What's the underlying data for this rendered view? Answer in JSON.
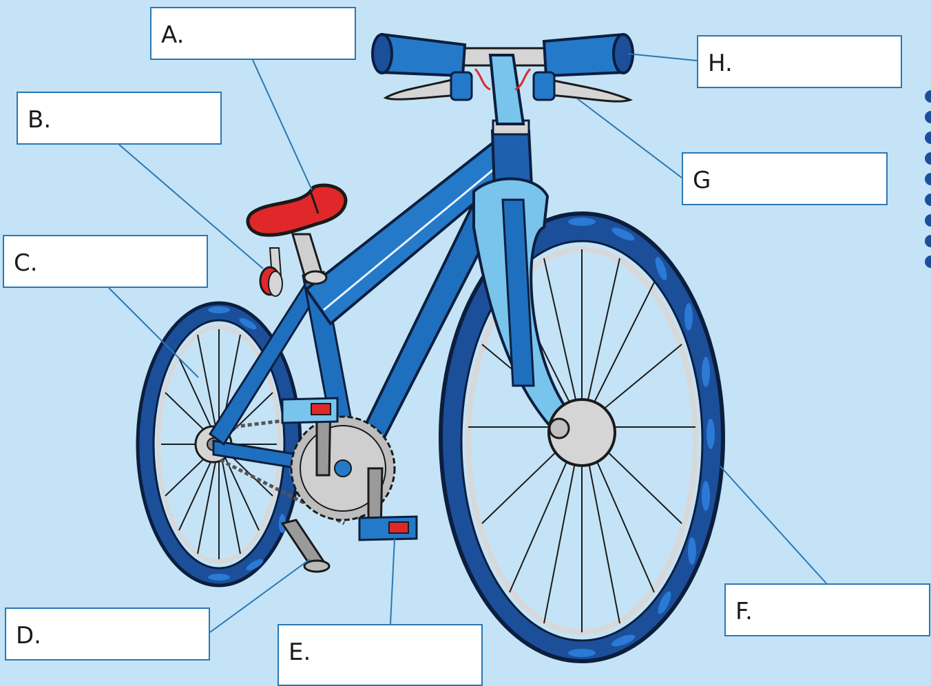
{
  "diagram": {
    "labels": [
      {
        "id": "a",
        "text": "A."
      },
      {
        "id": "b",
        "text": "B."
      },
      {
        "id": "c",
        "text": "C."
      },
      {
        "id": "d",
        "text": "D."
      },
      {
        "id": "e",
        "text": "E."
      },
      {
        "id": "f",
        "text": "F."
      },
      {
        "id": "g",
        "text": "G"
      },
      {
        "id": "h",
        "text": "H."
      }
    ],
    "colors": {
      "background": "#c4e3f6",
      "frame": "#1f6fbf",
      "frame_light": "#79c4ec",
      "tire": "#1c4f9a",
      "seat": "#e0282a",
      "leader_line": "#2a77b4"
    }
  }
}
